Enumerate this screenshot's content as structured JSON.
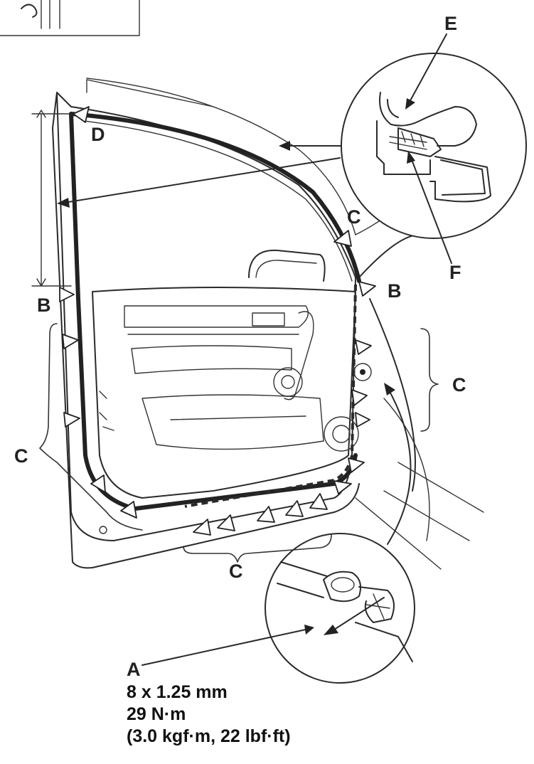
{
  "callouts": {
    "a": "A",
    "b": "B",
    "c": "C",
    "d": "D",
    "e": "E",
    "f": "F"
  },
  "spec": {
    "bolt_size": "8 x 1.25 mm",
    "torque_nm": "29 N·m",
    "torque_alt": "(3.0 kgf·m, 22 lbf·ft)"
  }
}
